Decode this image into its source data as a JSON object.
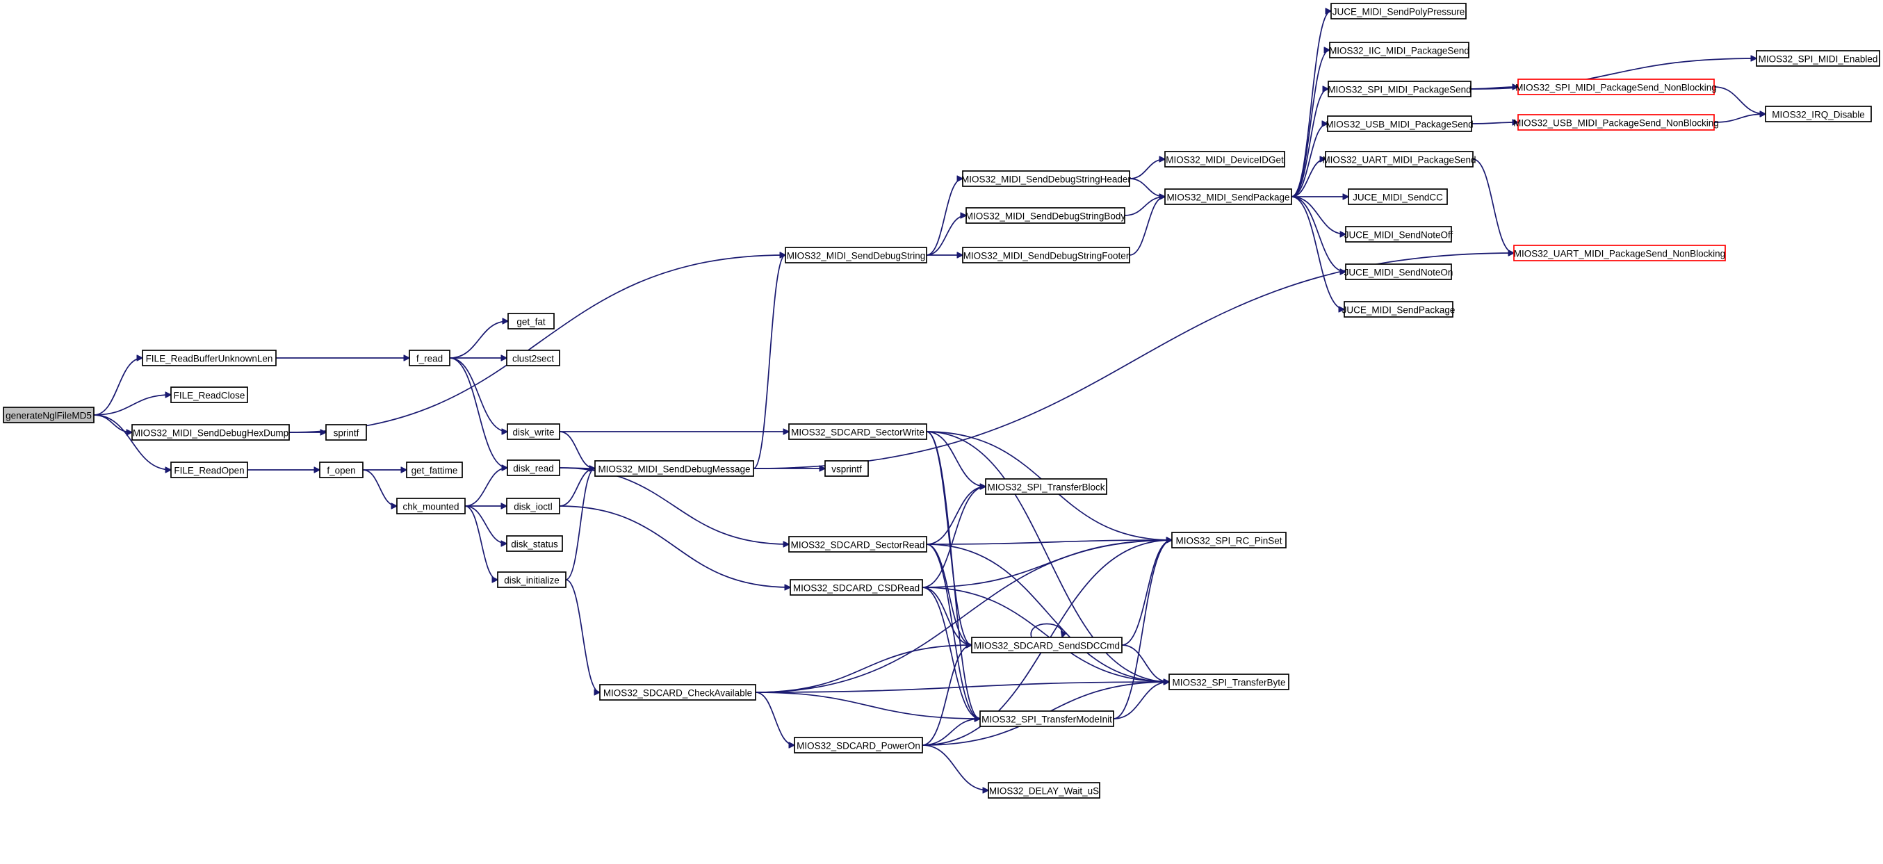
{
  "graph": {
    "nodes": [
      {
        "id": "generateNglFileMD5",
        "label": "generateNglFileMD5",
        "root": true
      },
      {
        "id": "FILE_ReadBufferUnknownLen",
        "label": "FILE_ReadBufferUnknownLen"
      },
      {
        "id": "FILE_ReadClose",
        "label": "FILE_ReadClose"
      },
      {
        "id": "MIOS32_MIDI_SendDebugHexDump",
        "label": "MIOS32_MIDI_SendDebugHexDump"
      },
      {
        "id": "FILE_ReadOpen",
        "label": "FILE_ReadOpen"
      },
      {
        "id": "f_read",
        "label": "f_read"
      },
      {
        "id": "sprintf",
        "label": "sprintf"
      },
      {
        "id": "f_open",
        "label": "f_open"
      },
      {
        "id": "get_fat",
        "label": "get_fat"
      },
      {
        "id": "clust2sect",
        "label": "clust2sect"
      },
      {
        "id": "disk_write",
        "label": "disk_write"
      },
      {
        "id": "disk_read",
        "label": "disk_read"
      },
      {
        "id": "get_fattime",
        "label": "get_fattime"
      },
      {
        "id": "chk_mounted",
        "label": "chk_mounted"
      },
      {
        "id": "disk_ioctl",
        "label": "disk_ioctl"
      },
      {
        "id": "disk_status",
        "label": "disk_status"
      },
      {
        "id": "disk_initialize",
        "label": "disk_initialize"
      },
      {
        "id": "MIOS32_MIDI_SendDebugMessage",
        "label": "MIOS32_MIDI_SendDebugMessage"
      },
      {
        "id": "vsprintf",
        "label": "vsprintf"
      },
      {
        "id": "MIOS32_SDCARD_CheckAvailable",
        "label": "MIOS32_SDCARD_CheckAvailable"
      },
      {
        "id": "MIOS32_MIDI_SendDebugString",
        "label": "MIOS32_MIDI_SendDebugString"
      },
      {
        "id": "MIOS32_SDCARD_SectorWrite",
        "label": "MIOS32_SDCARD_SectorWrite"
      },
      {
        "id": "MIOS32_SDCARD_SectorRead",
        "label": "MIOS32_SDCARD_SectorRead"
      },
      {
        "id": "MIOS32_SDCARD_CSDRead",
        "label": "MIOS32_SDCARD_CSDRead"
      },
      {
        "id": "MIOS32_SDCARD_PowerOn",
        "label": "MIOS32_SDCARD_PowerOn"
      },
      {
        "id": "MIOS32_MIDI_SendDebugStringHeader",
        "label": "MIOS32_MIDI_SendDebugStringHeader"
      },
      {
        "id": "MIOS32_MIDI_SendDebugStringBody",
        "label": "MIOS32_MIDI_SendDebugStringBody"
      },
      {
        "id": "MIOS32_MIDI_SendDebugStringFooter",
        "label": "MIOS32_MIDI_SendDebugStringFooter"
      },
      {
        "id": "MIOS32_SPI_TransferBlock",
        "label": "MIOS32_SPI_TransferBlock"
      },
      {
        "id": "MIOS32_SDCARD_SendSDCCmd",
        "label": "MIOS32_SDCARD_SendSDCCmd"
      },
      {
        "id": "MIOS32_SPI_TransferModeInit",
        "label": "MIOS32_SPI_TransferModeInit"
      },
      {
        "id": "MIOS32_DELAY_Wait_uS",
        "label": "MIOS32_DELAY_Wait_uS"
      },
      {
        "id": "MIOS32_MIDI_DeviceIDGet",
        "label": "MIOS32_MIDI_DeviceIDGet"
      },
      {
        "id": "MIOS32_MIDI_SendPackage",
        "label": "MIOS32_MIDI_SendPackage"
      },
      {
        "id": "MIOS32_SPI_RC_PinSet",
        "label": "MIOS32_SPI_RC_PinSet"
      },
      {
        "id": "MIOS32_SPI_TransferByte",
        "label": "MIOS32_SPI_TransferByte"
      },
      {
        "id": "JUCE_MIDI_SendPolyPressure",
        "label": "JUCE_MIDI_SendPolyPressure"
      },
      {
        "id": "MIOS32_IIC_MIDI_PackageSend",
        "label": "MIOS32_IIC_MIDI_PackageSend"
      },
      {
        "id": "MIOS32_SPI_MIDI_PackageSend",
        "label": "MIOS32_SPI_MIDI_PackageSend"
      },
      {
        "id": "MIOS32_USB_MIDI_PackageSend",
        "label": "MIOS32_USB_MIDI_PackageSend"
      },
      {
        "id": "MIOS32_UART_MIDI_PackageSend",
        "label": "MIOS32_UART_MIDI_PackageSend"
      },
      {
        "id": "JUCE_MIDI_SendCC",
        "label": "JUCE_MIDI_SendCC"
      },
      {
        "id": "JUCE_MIDI_SendNoteOff",
        "label": "JUCE_MIDI_SendNoteOff"
      },
      {
        "id": "JUCE_MIDI_SendNoteOn",
        "label": "JUCE_MIDI_SendNoteOn"
      },
      {
        "id": "JUCE_MIDI_SendPackage",
        "label": "JUCE_MIDI_SendPackage"
      },
      {
        "id": "MIOS32_SPI_MIDI_PackageSend_NonBlocking",
        "label": "MIOS32_SPI_MIDI_PackageSend_NonBlocking",
        "truncated": true
      },
      {
        "id": "MIOS32_USB_MIDI_PackageSend_NonBlocking",
        "label": "MIOS32_USB_MIDI_PackageSend_NonBlocking",
        "truncated": true
      },
      {
        "id": "MIOS32_UART_MIDI_PackageSend_NonBlocking",
        "label": "MIOS32_UART_MIDI_PackageSend_NonBlocking",
        "truncated": true
      },
      {
        "id": "MIOS32_SPI_MIDI_Enabled",
        "label": "MIOS32_SPI_MIDI_Enabled"
      },
      {
        "id": "MIOS32_IRQ_Disable",
        "label": "MIOS32_IRQ_Disable"
      }
    ],
    "edges": [
      [
        "generateNglFileMD5",
        "FILE_ReadBufferUnknownLen"
      ],
      [
        "generateNglFileMD5",
        "FILE_ReadClose"
      ],
      [
        "generateNglFileMD5",
        "MIOS32_MIDI_SendDebugHexDump"
      ],
      [
        "generateNglFileMD5",
        "FILE_ReadOpen"
      ],
      [
        "FILE_ReadBufferUnknownLen",
        "f_read"
      ],
      [
        "MIOS32_MIDI_SendDebugHexDump",
        "sprintf"
      ],
      [
        "MIOS32_MIDI_SendDebugHexDump",
        "MIOS32_MIDI_SendDebugString"
      ],
      [
        "FILE_ReadOpen",
        "f_open"
      ],
      [
        "f_read",
        "get_fat"
      ],
      [
        "f_read",
        "clust2sect"
      ],
      [
        "f_read",
        "disk_write"
      ],
      [
        "f_read",
        "disk_read"
      ],
      [
        "f_open",
        "get_fattime"
      ],
      [
        "f_open",
        "chk_mounted"
      ],
      [
        "chk_mounted",
        "disk_read"
      ],
      [
        "chk_mounted",
        "disk_ioctl"
      ],
      [
        "chk_mounted",
        "disk_status"
      ],
      [
        "chk_mounted",
        "disk_initialize"
      ],
      [
        "disk_write",
        "MIOS32_MIDI_SendDebugMessage"
      ],
      [
        "disk_write",
        "MIOS32_SDCARD_SectorWrite"
      ],
      [
        "disk_read",
        "MIOS32_MIDI_SendDebugMessage"
      ],
      [
        "disk_read",
        "MIOS32_SDCARD_SectorRead"
      ],
      [
        "disk_ioctl",
        "MIOS32_MIDI_SendDebugMessage"
      ],
      [
        "disk_ioctl",
        "MIOS32_SDCARD_CSDRead"
      ],
      [
        "disk_initialize",
        "MIOS32_MIDI_SendDebugMessage"
      ],
      [
        "disk_initialize",
        "MIOS32_SDCARD_CheckAvailable"
      ],
      [
        "MIOS32_MIDI_SendDebugMessage",
        "vsprintf"
      ],
      [
        "MIOS32_MIDI_SendDebugMessage",
        "MIOS32_MIDI_SendDebugString"
      ],
      [
        "MIOS32_MIDI_SendDebugMessage",
        "MIOS32_UART_MIDI_PackageSend_NonBlocking"
      ],
      [
        "MIOS32_MIDI_SendDebugString",
        "MIOS32_MIDI_SendDebugStringHeader"
      ],
      [
        "MIOS32_MIDI_SendDebugString",
        "MIOS32_MIDI_SendDebugStringBody"
      ],
      [
        "MIOS32_MIDI_SendDebugString",
        "MIOS32_MIDI_SendDebugStringFooter"
      ],
      [
        "MIOS32_MIDI_SendDebugStringHeader",
        "MIOS32_MIDI_DeviceIDGet"
      ],
      [
        "MIOS32_MIDI_SendDebugStringHeader",
        "MIOS32_MIDI_SendPackage"
      ],
      [
        "MIOS32_MIDI_SendDebugStringBody",
        "MIOS32_MIDI_SendPackage"
      ],
      [
        "MIOS32_MIDI_SendDebugStringFooter",
        "MIOS32_MIDI_SendPackage"
      ],
      [
        "MIOS32_MIDI_SendPackage",
        "JUCE_MIDI_SendPolyPressure"
      ],
      [
        "MIOS32_MIDI_SendPackage",
        "MIOS32_IIC_MIDI_PackageSend"
      ],
      [
        "MIOS32_MIDI_SendPackage",
        "MIOS32_SPI_MIDI_PackageSend"
      ],
      [
        "MIOS32_MIDI_SendPackage",
        "MIOS32_USB_MIDI_PackageSend"
      ],
      [
        "MIOS32_MIDI_SendPackage",
        "MIOS32_UART_MIDI_PackageSend"
      ],
      [
        "MIOS32_MIDI_SendPackage",
        "JUCE_MIDI_SendCC"
      ],
      [
        "MIOS32_MIDI_SendPackage",
        "JUCE_MIDI_SendNoteOff"
      ],
      [
        "MIOS32_MIDI_SendPackage",
        "JUCE_MIDI_SendNoteOn"
      ],
      [
        "MIOS32_MIDI_SendPackage",
        "JUCE_MIDI_SendPackage"
      ],
      [
        "MIOS32_SPI_MIDI_PackageSend",
        "MIOS32_SPI_MIDI_PackageSend_NonBlocking"
      ],
      [
        "MIOS32_SPI_MIDI_PackageSend",
        "MIOS32_SPI_MIDI_Enabled"
      ],
      [
        "MIOS32_SPI_MIDI_PackageSend_NonBlocking",
        "MIOS32_IRQ_Disable"
      ],
      [
        "MIOS32_USB_MIDI_PackageSend",
        "MIOS32_USB_MIDI_PackageSend_NonBlocking"
      ],
      [
        "MIOS32_USB_MIDI_PackageSend_NonBlocking",
        "MIOS32_IRQ_Disable"
      ],
      [
        "MIOS32_UART_MIDI_PackageSend",
        "MIOS32_UART_MIDI_PackageSend_NonBlocking"
      ],
      [
        "MIOS32_SDCARD_SectorWrite",
        "MIOS32_SPI_RC_PinSet"
      ],
      [
        "MIOS32_SDCARD_SectorWrite",
        "MIOS32_SPI_TransferBlock"
      ],
      [
        "MIOS32_SDCARD_SectorWrite",
        "MIOS32_SDCARD_SendSDCCmd"
      ],
      [
        "MIOS32_SDCARD_SectorWrite",
        "MIOS32_SPI_TransferModeInit"
      ],
      [
        "MIOS32_SDCARD_SectorWrite",
        "MIOS32_SPI_TransferByte"
      ],
      [
        "MIOS32_SDCARD_SectorRead",
        "MIOS32_SPI_TransferBlock"
      ],
      [
        "MIOS32_SDCARD_SectorRead",
        "MIOS32_SPI_RC_PinSet"
      ],
      [
        "MIOS32_SDCARD_SectorRead",
        "MIOS32_SDCARD_SendSDCCmd"
      ],
      [
        "MIOS32_SDCARD_SectorRead",
        "MIOS32_SPI_TransferModeInit"
      ],
      [
        "MIOS32_SDCARD_SectorRead",
        "MIOS32_SPI_TransferByte"
      ],
      [
        "MIOS32_SDCARD_CSDRead",
        "MIOS32_SPI_TransferBlock"
      ],
      [
        "MIOS32_SDCARD_CSDRead",
        "MIOS32_SPI_RC_PinSet"
      ],
      [
        "MIOS32_SDCARD_CSDRead",
        "MIOS32_SDCARD_SendSDCCmd"
      ],
      [
        "MIOS32_SDCARD_CSDRead",
        "MIOS32_SPI_TransferModeInit"
      ],
      [
        "MIOS32_SDCARD_CSDRead",
        "MIOS32_SPI_TransferByte"
      ],
      [
        "MIOS32_SDCARD_CheckAvailable",
        "MIOS32_SPI_RC_PinSet"
      ],
      [
        "MIOS32_SDCARD_CheckAvailable",
        "MIOS32_SDCARD_SendSDCCmd"
      ],
      [
        "MIOS32_SDCARD_CheckAvailable",
        "MIOS32_SPI_TransferModeInit"
      ],
      [
        "MIOS32_SDCARD_CheckAvailable",
        "MIOS32_SDCARD_PowerOn"
      ],
      [
        "MIOS32_SDCARD_CheckAvailable",
        "MIOS32_SPI_TransferByte"
      ],
      [
        "MIOS32_SDCARD_PowerOn",
        "MIOS32_SDCARD_SendSDCCmd"
      ],
      [
        "MIOS32_SDCARD_PowerOn",
        "MIOS32_SPI_TransferModeInit"
      ],
      [
        "MIOS32_SDCARD_PowerOn",
        "MIOS32_SPI_RC_PinSet"
      ],
      [
        "MIOS32_SDCARD_PowerOn",
        "MIOS32_DELAY_Wait_uS"
      ],
      [
        "MIOS32_SDCARD_PowerOn",
        "MIOS32_SPI_TransferByte"
      ],
      [
        "MIOS32_SDCARD_SendSDCCmd",
        "MIOS32_SDCARD_SendSDCCmd"
      ],
      [
        "MIOS32_SDCARD_SendSDCCmd",
        "MIOS32_SPI_RC_PinSet"
      ],
      [
        "MIOS32_SDCARD_SendSDCCmd",
        "MIOS32_SPI_TransferByte"
      ],
      [
        "MIOS32_SPI_TransferModeInit",
        "MIOS32_SPI_RC_PinSet"
      ],
      [
        "MIOS32_SPI_TransferModeInit",
        "MIOS32_SPI_TransferByte"
      ]
    ]
  },
  "colors": {
    "edge": "#191970",
    "node_border": "#000000",
    "truncated_border": "#ff0000",
    "root_fill": "#bfbfbf",
    "node_fill": "#ffffff"
  }
}
